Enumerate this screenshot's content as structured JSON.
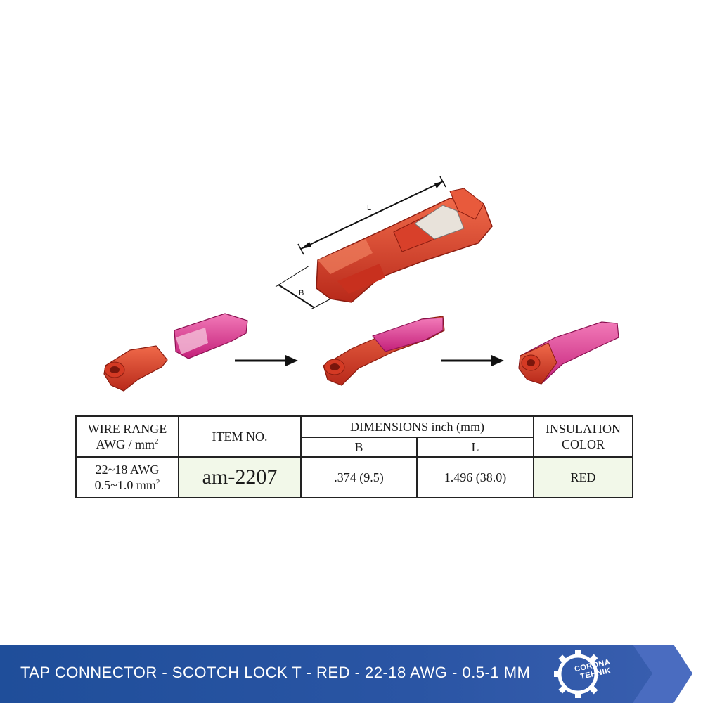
{
  "diagram": {
    "label_length": "L",
    "label_width": "B"
  },
  "table": {
    "wire_range_header_line1": "WIRE RANGE",
    "wire_range_header_line2": "AWG / mm",
    "wire_range_header_sup": "2",
    "item_no_header": "ITEM NO.",
    "dimensions_header": "DIMENSIONS  inch (mm)",
    "dim_b_header": "B",
    "dim_l_header": "L",
    "insulation_header_line1": "INSULATION",
    "insulation_header_line2": "COLOR",
    "row": {
      "wire_awg": "22~18 AWG",
      "wire_mm": "0.5~1.0 mm",
      "wire_mm_sup": "2",
      "item_no": "am-2207",
      "dim_b": ".374 (9.5)",
      "dim_l": "1.496 (38.0)",
      "color": "RED"
    }
  },
  "banner": {
    "title": "TAP CONNECTOR - SCOTCH LOCK T - RED - 22-18 AWG - 0.5-1 MM",
    "logo_line1": "CORONA",
    "logo_line2": "TEHNIK"
  },
  "colors": {
    "connector_red": "#e0452c",
    "terminal_pink": "#e0368e",
    "banner_blue": "#1f4e9a"
  },
  "icons": [
    "gear-logo-icon",
    "arrow-right-icon"
  ]
}
